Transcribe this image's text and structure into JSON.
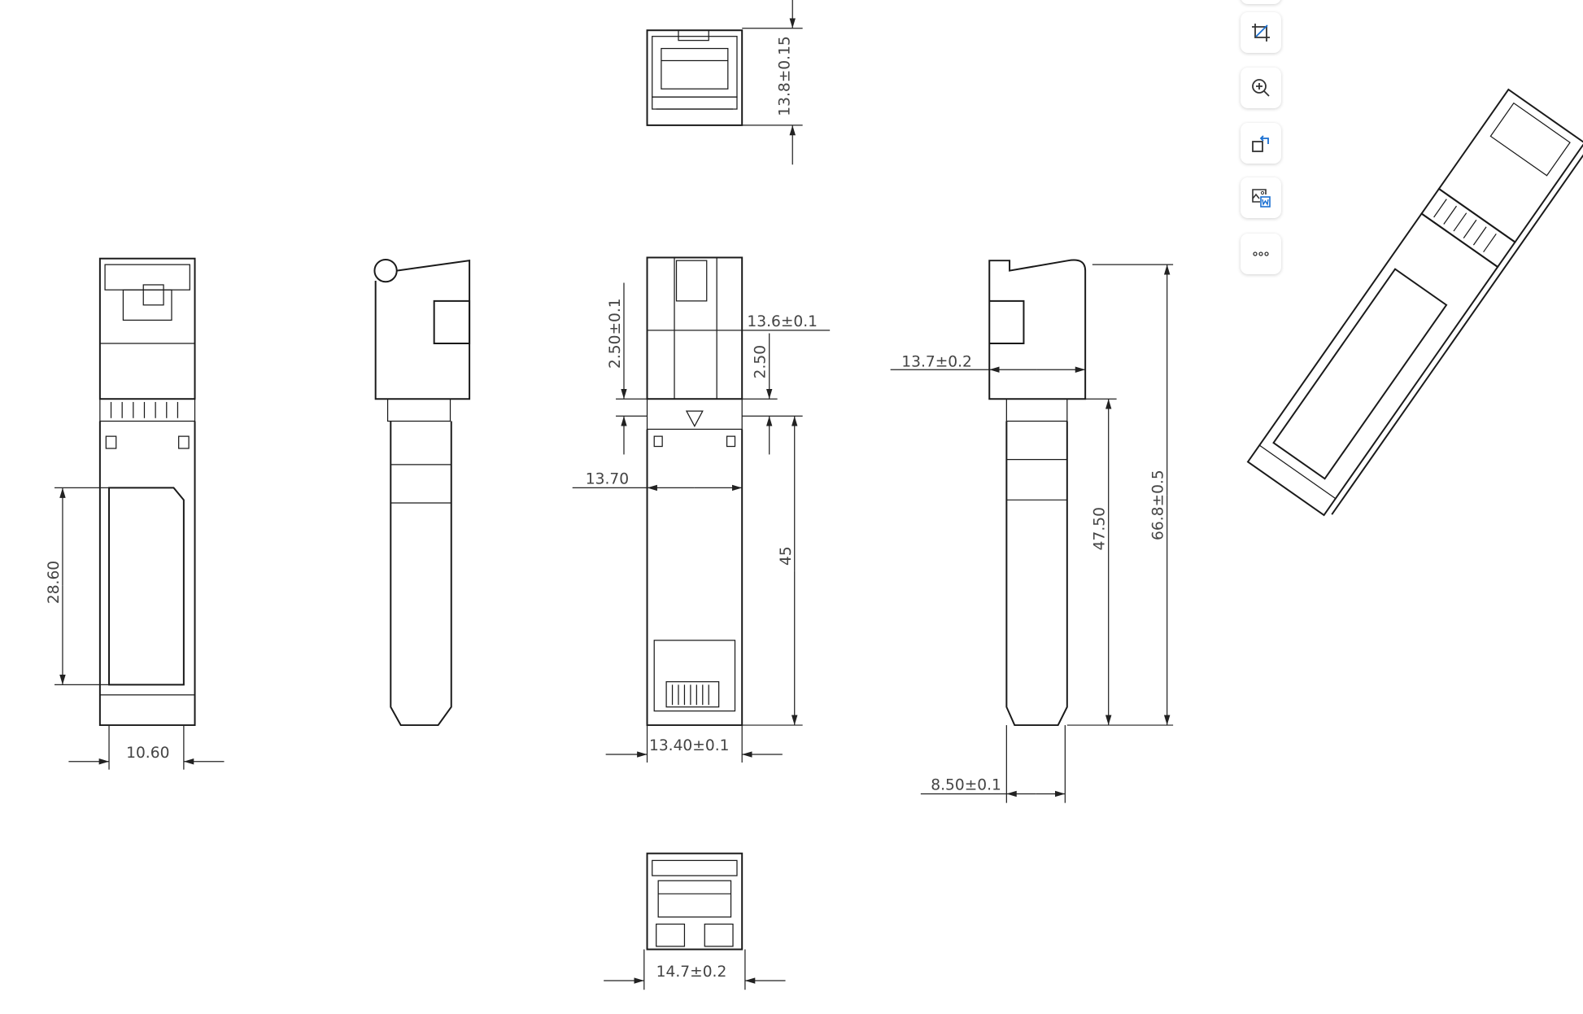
{
  "toolbar": {
    "buttons": [
      {
        "name": "crop",
        "icon": "crop-icon"
      },
      {
        "name": "zoom-in",
        "icon": "zoom-in-icon"
      },
      {
        "name": "rotate",
        "icon": "rotate-icon"
      },
      {
        "name": "image-to-word",
        "icon": "image-to-word-icon"
      },
      {
        "name": "more",
        "icon": "more-icon"
      }
    ],
    "accent": "#1a6fd1"
  },
  "dimensions": {
    "top_height": "13.8±0.15",
    "front_window_height": "28.60",
    "front_window_width": "10.60",
    "center_latch_offset_left": "2.50±0.1",
    "center_latch_offset_right": "2.50",
    "center_head_width": "13.6±0.1",
    "center_body_width": "13.70",
    "center_body_length": "45",
    "center_bottom_width": "13.40±0.1",
    "side_head_width": "13.7±0.2",
    "side_body_length": "47.50",
    "side_total_length": "66.8±0.5",
    "side_body_thickness": "8.50±0.1",
    "bottom_width": "14.7±0.2"
  }
}
